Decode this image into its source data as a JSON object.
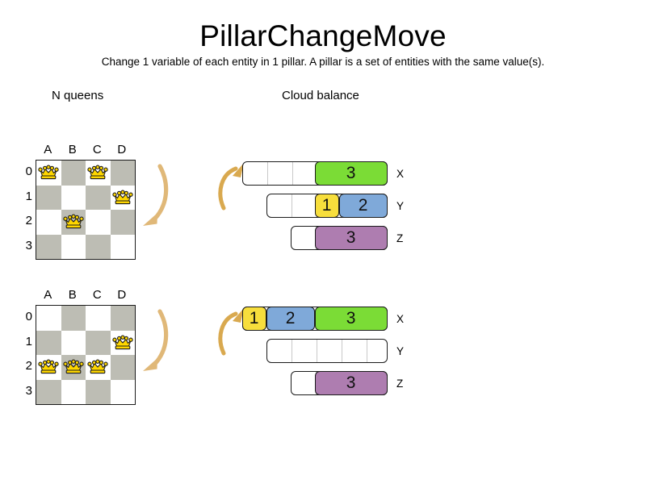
{
  "header": {
    "title": "PillarChangeMove",
    "subtitle": "Change 1 variable of each entity in 1 pillar. A pillar is a set of entities with the same value(s)."
  },
  "sections": {
    "nqueens_label": "N queens",
    "cloud_label": "Cloud balance"
  },
  "colors": {
    "green": "#7bdc36",
    "blue": "#7fa9d9",
    "yellow": "#f7de3c",
    "purple": "#ae7db0",
    "dark_square": "#bdbdb4",
    "light_square": "#ffffff",
    "arrow": "#e0b878",
    "queen_gold": "#ffd700",
    "outline": "#1b1b1b"
  },
  "nqueens": {
    "column_labels": [
      "A",
      "B",
      "C",
      "D"
    ],
    "row_labels": [
      "0",
      "1",
      "2",
      "3"
    ],
    "before": {
      "queens": [
        {
          "col": 0,
          "row": 0
        },
        {
          "col": 2,
          "row": 0
        },
        {
          "col": 3,
          "row": 1
        },
        {
          "col": 1,
          "row": 2
        }
      ]
    },
    "after": {
      "queens": [
        {
          "col": 3,
          "row": 1
        },
        {
          "col": 0,
          "row": 2
        },
        {
          "col": 1,
          "row": 2
        },
        {
          "col": 2,
          "row": 2
        }
      ]
    }
  },
  "cloudbalance": {
    "before": {
      "bars": [
        {
          "label": "X",
          "cells": 6,
          "processes": [
            {
              "value": "3",
              "start": 3,
              "span": 3,
              "color": "#7bdc36"
            }
          ]
        },
        {
          "label": "Y",
          "cells": 5,
          "processes": [
            {
              "value": "1",
              "start": 2,
              "span": 1,
              "color": "#f7de3c"
            },
            {
              "value": "2",
              "start": 3,
              "span": 2,
              "color": "#7fa9d9"
            }
          ]
        },
        {
          "label": "Z",
          "cells": 4,
          "processes": [
            {
              "value": "3",
              "start": 1,
              "span": 3,
              "color": "#ae7db0"
            }
          ]
        }
      ]
    },
    "after": {
      "bars": [
        {
          "label": "X",
          "cells": 6,
          "processes": [
            {
              "value": "1",
              "start": 0,
              "span": 1,
              "color": "#f7de3c"
            },
            {
              "value": "2",
              "start": 1,
              "span": 2,
              "color": "#7fa9d9"
            },
            {
              "value": "3",
              "start": 3,
              "span": 3,
              "color": "#7bdc36"
            }
          ]
        },
        {
          "label": "Y",
          "cells": 5,
          "processes": []
        },
        {
          "label": "Z",
          "cells": 4,
          "processes": [
            {
              "value": "3",
              "start": 1,
              "span": 3,
              "color": "#ae7db0"
            }
          ]
        }
      ]
    }
  },
  "arrows": {
    "nqueens_before": "curved-arrow-down",
    "nqueens_after": "curved-arrow-down",
    "cloud_before": "curved-arrow-up",
    "cloud_after": "curved-arrow-up"
  }
}
